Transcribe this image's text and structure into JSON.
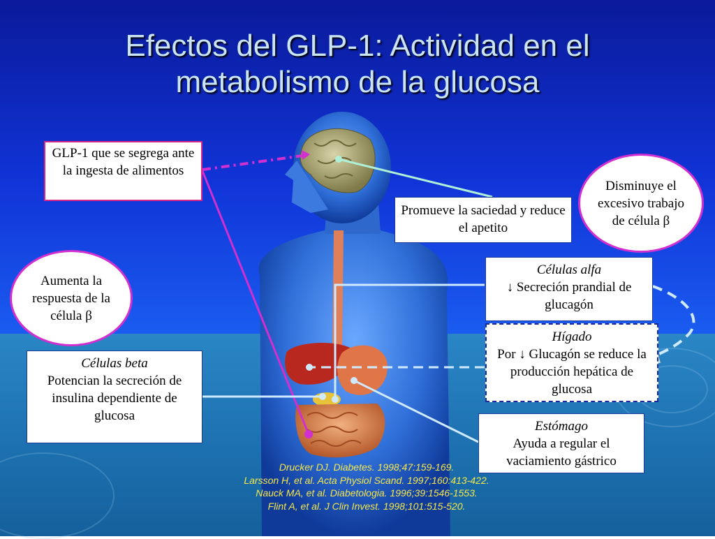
{
  "title": "Efectos del GLP-1: Actividad en  el metabolismo de la glucosa",
  "boxes": {
    "glp1": "GLP-1 que se segrega ante la ingesta de alimentos",
    "saciedad": "Promueve la saciedad y reduce el apetito",
    "alfa_title": "Células alfa",
    "alfa_text": "↓ Secreción prandial de glucagón",
    "higado_title": "Hígado",
    "higado_text": "Por ↓ Glucagón se reduce la producción hepática de glucosa",
    "beta_title": "Células beta",
    "beta_text": "Potencian la secreción de insulina dependiente de glucosa",
    "estomago_title": "Estómago",
    "estomago_text": "Ayuda a regular el vaciamiento gástrico"
  },
  "ovals": {
    "disminuye": "Disminuye el excesivo trabajo de célula β",
    "aumenta": "Aumenta la respuesta de la célula β"
  },
  "references": [
    "Drucker DJ. Diabetes. 1998;47:159-169.",
    "Larsson H, et al. Acta Physiol Scand. 1997;160:413-422.",
    "Nauck MA, et al. Diabetologia. 1996;39:1546-1553.",
    "Flint A, et al. J Clin Invest. 1998;101:515-520."
  ],
  "colors": {
    "background_top": "#1134d8",
    "background_bottom": "#1c6fae",
    "title": "#c9e4f6",
    "magenta_accent": "#d12fd0",
    "references": "#f5e84a"
  }
}
